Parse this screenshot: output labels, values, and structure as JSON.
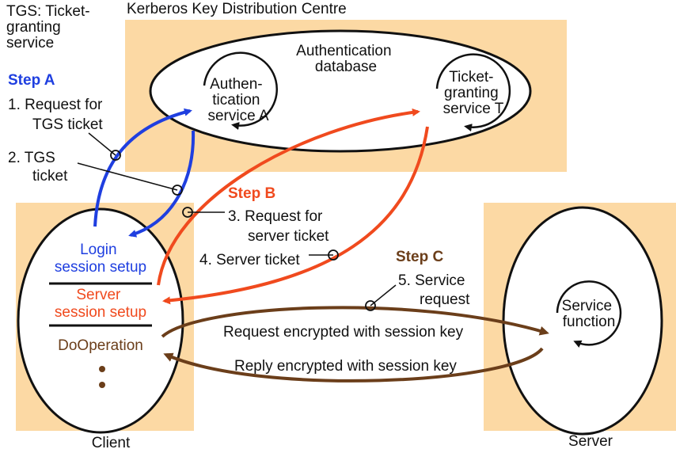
{
  "glossary": [
    "TGS: Ticket-",
    "granting",
    "service"
  ],
  "kdc": {
    "title": "Kerberos  Key Distribution Centre",
    "database": [
      "Authentication",
      "database"
    ],
    "auth_service": [
      "Authen-",
      "tication",
      "service A"
    ],
    "tgs_service": [
      "Ticket-",
      "granting",
      "service T"
    ]
  },
  "steps": {
    "a": {
      "title": "Step A",
      "msg1": [
        "1.  Request for",
        "TGS ticket"
      ],
      "msg2": [
        "2.  TGS",
        "ticket"
      ]
    },
    "b": {
      "title": "Step B",
      "msg3": [
        "3.  Request for",
        "server ticket"
      ],
      "msg4": "4. Server ticket"
    },
    "c": {
      "title": "Step C",
      "msg5": [
        "5.  Service",
        "request"
      ],
      "request": "Request encrypted with session key",
      "reply": "Reply encrypted with session key"
    }
  },
  "client": {
    "label": "Client",
    "login": [
      "Login",
      "session setup"
    ],
    "server_setup": [
      "Server",
      "session setup"
    ],
    "do_operation": "DoOperation"
  },
  "server": {
    "label": "Server",
    "service": [
      "Service",
      "function"
    ]
  },
  "colors": {
    "zone": "#fcd9a4",
    "step_a": "#1f3fe0",
    "step_b": "#f04a1e",
    "step_c": "#6b3e1a"
  }
}
